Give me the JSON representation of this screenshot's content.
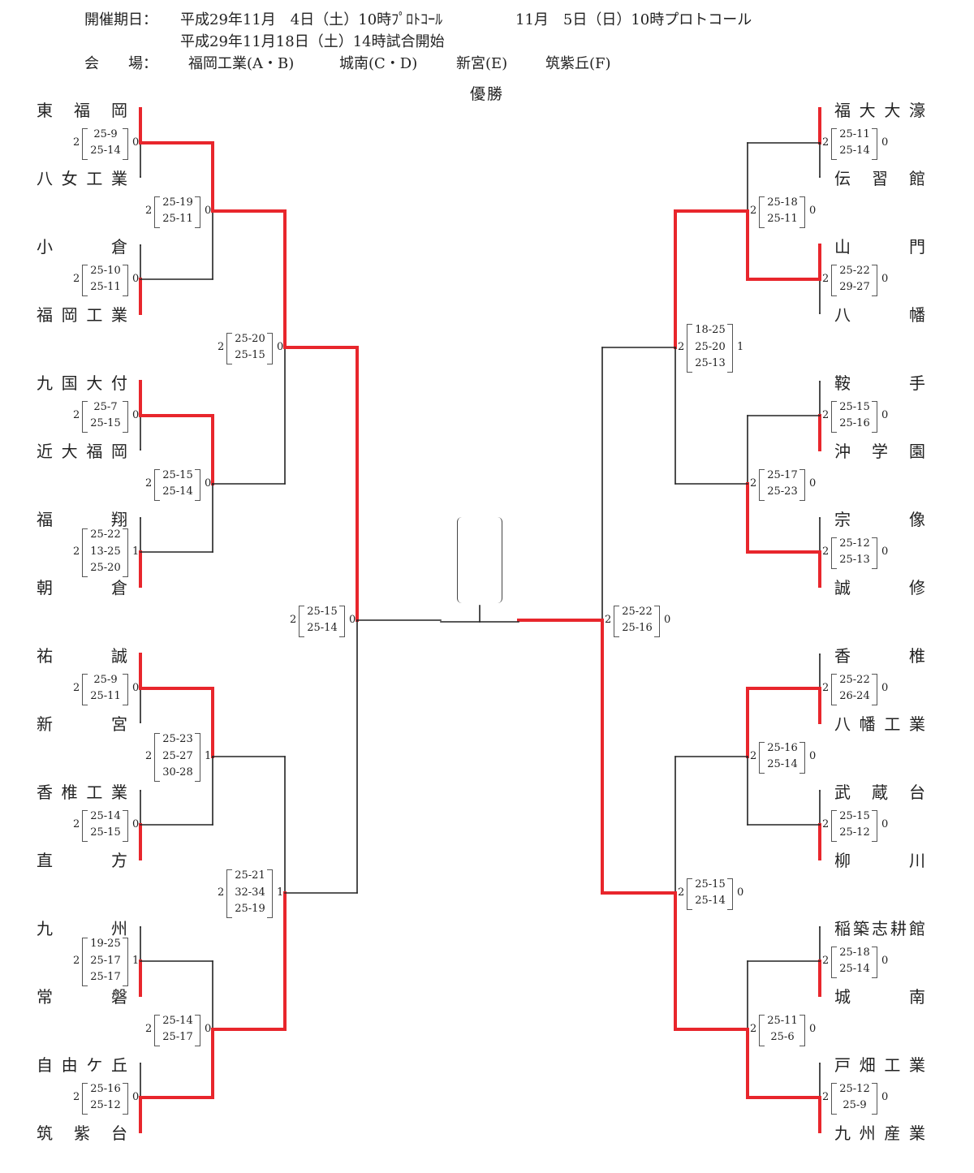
{
  "header": {
    "period_label": "開催期日：",
    "date1": "平成29年11月　4日（土）10時ﾌﾟﾛﾄｺｰﾙ",
    "date2": "11月　5日（日）10時プロトコール",
    "date3": "平成29年11月18日（土）14時試合開始",
    "venue_label": "会　　場：",
    "venues": [
      "福岡工業(A・B)",
      "城南(C・D)",
      "新宮(E)",
      "筑紫丘(F)"
    ]
  },
  "champion_label": "優勝",
  "colors": {
    "winner": "#e8262c",
    "loser": "#222222"
  },
  "left_teams": [
    "東福岡",
    "八女工業",
    "小倉",
    "福岡工業",
    "九国大付",
    "近大福岡",
    "福翔",
    "朝倉",
    "祐誠",
    "新宮",
    "香椎工業",
    "直方",
    "九州",
    "常磐",
    "自由ケ丘",
    "筑紫台"
  ],
  "right_teams": [
    "福大大濠",
    "伝習館",
    "山門",
    "八幡",
    "鞍手",
    "沖学園",
    "宗像",
    "誠修",
    "香椎",
    "八幡工業",
    "武蔵台",
    "柳川",
    "稲築志耕館",
    "城南",
    "戸畑工業",
    "九州産業"
  ],
  "left_r1": [
    {
      "sets": [
        "25-9",
        "25-14"
      ],
      "w": "2",
      "l": "0",
      "win": 0
    },
    {
      "sets": [
        "25-10",
        "25-11"
      ],
      "w": "2",
      "l": "0",
      "win": 1
    },
    {
      "sets": [
        "25-7",
        "25-15"
      ],
      "w": "2",
      "l": "0",
      "win": 0
    },
    {
      "sets": [
        "25-22",
        "13-25",
        "25-20"
      ],
      "w": "2",
      "l": "1",
      "win": 1
    },
    {
      "sets": [
        "25-9",
        "25-11"
      ],
      "w": "2",
      "l": "0",
      "win": 0
    },
    {
      "sets": [
        "25-14",
        "25-15"
      ],
      "w": "2",
      "l": "0",
      "win": 1
    },
    {
      "sets": [
        "19-25",
        "25-17",
        "25-17"
      ],
      "w": "2",
      "l": "1",
      "win": 1
    },
    {
      "sets": [
        "25-16",
        "25-12"
      ],
      "w": "2",
      "l": "0",
      "win": 1
    }
  ],
  "left_r2": [
    {
      "sets": [
        "25-19",
        "25-11"
      ],
      "w": "2",
      "l": "0",
      "win": 0
    },
    {
      "sets": [
        "25-15",
        "25-14"
      ],
      "w": "2",
      "l": "0",
      "win": 0
    },
    {
      "sets": [
        "25-23",
        "25-27",
        "30-28"
      ],
      "w": "2",
      "l": "1",
      "win": 0
    },
    {
      "sets": [
        "25-14",
        "25-17"
      ],
      "w": "2",
      "l": "0",
      "win": 1
    }
  ],
  "left_r3": [
    {
      "sets": [
        "25-20",
        "25-15"
      ],
      "w": "2",
      "l": "0",
      "win": 0
    },
    {
      "sets": [
        "25-21",
        "32-34",
        "25-19"
      ],
      "w": "2",
      "l": "1",
      "win": 1
    }
  ],
  "left_r4": [
    {
      "sets": [
        "25-15",
        "25-14"
      ],
      "w": "2",
      "l": "0",
      "win": 0
    }
  ],
  "right_r1": [
    {
      "sets": [
        "25-11",
        "25-14"
      ],
      "w": "2",
      "l": "0",
      "win": 0
    },
    {
      "sets": [
        "25-22",
        "29-27"
      ],
      "w": "2",
      "l": "0",
      "win": 0
    },
    {
      "sets": [
        "25-15",
        "25-16"
      ],
      "w": "2",
      "l": "0",
      "win": 1
    },
    {
      "sets": [
        "25-12",
        "25-13"
      ],
      "w": "2",
      "l": "0",
      "win": 1
    },
    {
      "sets": [
        "25-22",
        "26-24"
      ],
      "w": "2",
      "l": "0",
      "win": 1
    },
    {
      "sets": [
        "25-15",
        "25-12"
      ],
      "w": "2",
      "l": "0",
      "win": 1
    },
    {
      "sets": [
        "25-18",
        "25-14"
      ],
      "w": "2",
      "l": "0",
      "win": 1
    },
    {
      "sets": [
        "25-12",
        "25-9"
      ],
      "w": "2",
      "l": "0",
      "win": 1
    }
  ],
  "right_r2": [
    {
      "sets": [
        "25-18",
        "25-11"
      ],
      "w": "2",
      "l": "0",
      "win": 1
    },
    {
      "sets": [
        "25-17",
        "25-23"
      ],
      "w": "2",
      "l": "0",
      "win": 1
    },
    {
      "sets": [
        "25-16",
        "25-14"
      ],
      "w": "2",
      "l": "0",
      "win": 0
    },
    {
      "sets": [
        "25-11",
        "25-6"
      ],
      "w": "2",
      "l": "0",
      "win": 1
    }
  ],
  "right_r3": [
    {
      "sets": [
        "18-25",
        "25-20",
        "25-13"
      ],
      "w": "2",
      "l": "1",
      "win": 0
    },
    {
      "sets": [
        "25-15",
        "25-14"
      ],
      "w": "2",
      "l": "0",
      "win": 1
    }
  ],
  "right_r4": [
    {
      "sets": [
        "25-22",
        "25-16"
      ],
      "w": "2",
      "l": "0",
      "win": 1
    }
  ]
}
